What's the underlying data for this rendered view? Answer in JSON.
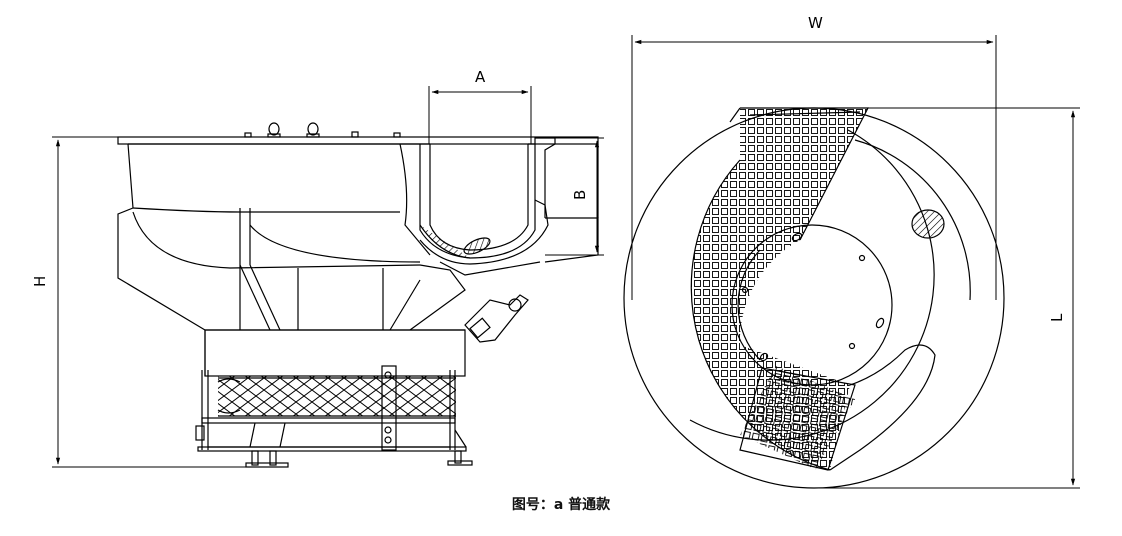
{
  "dimensions": {
    "A": "A",
    "B": "B",
    "H": "H",
    "W": "W",
    "L": "L"
  },
  "caption": "图号：a   普通款",
  "colors": {
    "line": "#000000",
    "background": "#ffffff"
  }
}
